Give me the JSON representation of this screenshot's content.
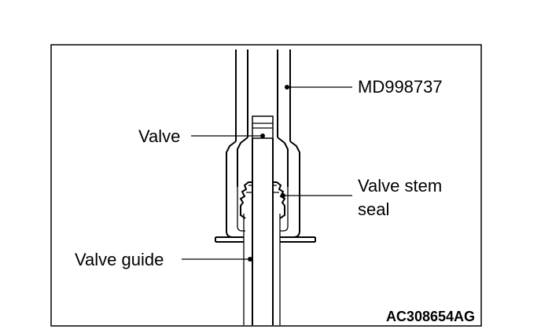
{
  "labels": {
    "tool": "MD998737",
    "valve": "Valve",
    "valve_stem_seal_line1": "Valve stem",
    "valve_stem_seal_line2": "seal",
    "valve_guide": "Valve guide"
  },
  "figure_code": "AC308654AG"
}
